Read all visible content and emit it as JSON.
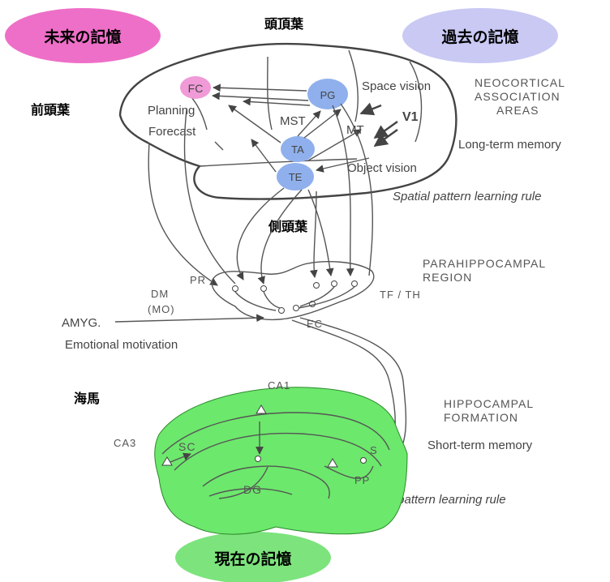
{
  "bubbles": {
    "future_memory": "未来の記憶",
    "past_memory": "過去の記憶",
    "present_memory": "現在の記憶"
  },
  "lobes": {
    "parietal": "頭頂葉",
    "frontal": "前頭葉",
    "temporal": "側頭葉",
    "hippocampus": "海馬"
  },
  "cortex": {
    "fc": "FC",
    "pg": "PG",
    "ta": "TA",
    "te": "TE",
    "planning": "Planning",
    "forecast": "Forecast",
    "mst": "MST",
    "mt": "MT",
    "v1": "V1",
    "space_vision": "Space vision",
    "object_vision": "Object vision"
  },
  "right_labels": {
    "neocortical_1": "NEOCORTICAL",
    "neocortical_2": "ASSOCIATION",
    "neocortical_3": "AREAS",
    "long_term": "Long-term memory",
    "spatial_rule": "Spatial pattern learning rule",
    "parahippo_1": "PARAHIPPOCAMPAL",
    "parahippo_2": "REGION",
    "hippo_1": "HIPPOCAMPAL",
    "hippo_2": "FORMATION",
    "short_term": "Short-term memory",
    "temporal_rule": "Temporal pattern learning rule"
  },
  "parahippocampal": {
    "pr": "PR",
    "dm": "DM",
    "mo": "(MO)",
    "tf_th": "TF / TH",
    "ec": "EC",
    "amyg": "AMYG.",
    "emotional": "Emotional motivation"
  },
  "hippocampal": {
    "ca1": "CA1",
    "ca3": "CA3",
    "sc": "SC",
    "dg": "DG",
    "s": "S",
    "pp": "PP"
  },
  "colors": {
    "future_bubble": "#ee6fc8",
    "past_bubble": "#c9c9f4",
    "present_bubble": "#7de37d",
    "cortical_nodes": "#8fb0ec",
    "fc_node": "#f09ad8",
    "hippocampus_fill": "#6ce86c"
  }
}
